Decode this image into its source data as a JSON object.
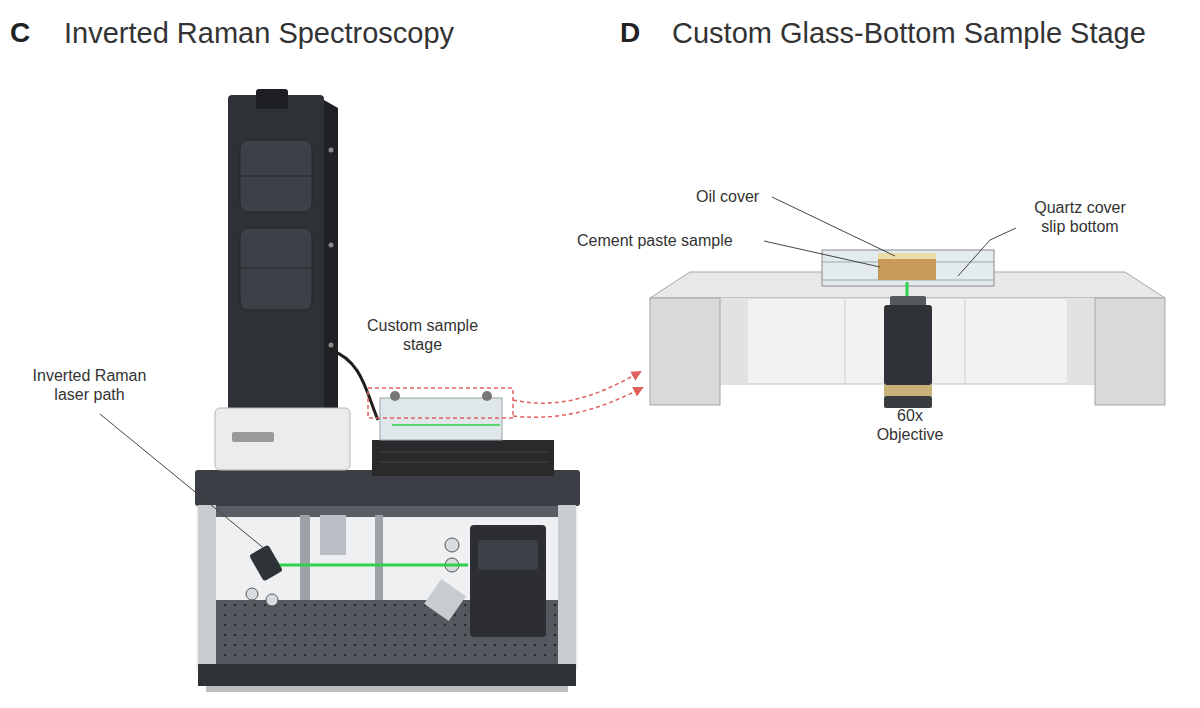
{
  "diagram": {
    "labels": [
      "C",
      "Inverted Raman Spectroscopy",
      "D",
      "Custom Glass-Bottom Sample Stage",
      "Custom sample stage",
      "Inverted Raman laser path",
      "Oil cover",
      "Cement paste sample",
      "Quartz cover slip bottom",
      "60x Objective"
    ]
  }
}
